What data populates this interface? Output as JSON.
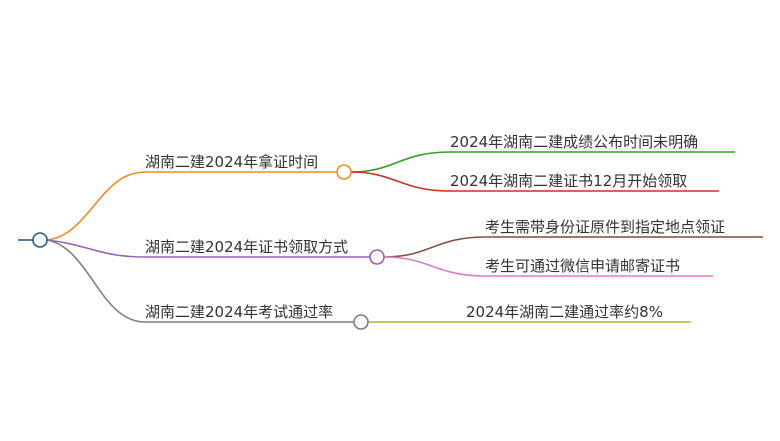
{
  "mindmap": {
    "root_color": "#1f5f8b",
    "branches": [
      {
        "label": "湖南二建2024年拿证时间",
        "color": "#f28c1e",
        "children": [
          {
            "label": "2024年湖南二建成绩公布时间未明确",
            "color": "#3a9a2b"
          },
          {
            "label": "2024年湖南二建证书12月开始领取",
            "color": "#c8322a"
          }
        ]
      },
      {
        "label": "湖南二建2024年证书领取方式",
        "color": "#9a5fb4",
        "children": [
          {
            "label": "考生需带身份证原件到指定地点领证",
            "color": "#7a4f3e"
          },
          {
            "label": "考生可通过微信申请邮寄证书",
            "color": "#e67ac0"
          }
        ]
      },
      {
        "label": "湖南二建2024年考试通过率",
        "color": "#7f7f7f",
        "children": [
          {
            "label": "2024年湖南二建通过率约8%",
            "color": "#b5b52a"
          }
        ]
      }
    ]
  }
}
